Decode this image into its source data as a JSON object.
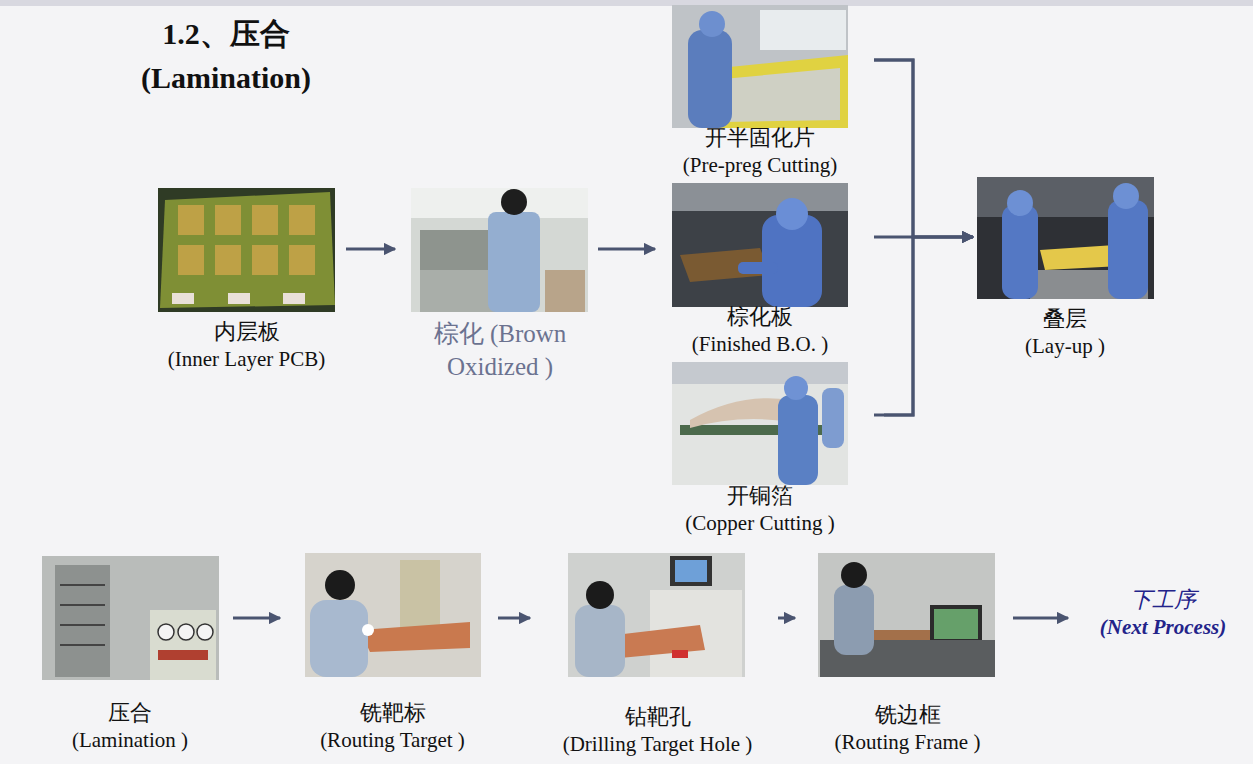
{
  "diagram": {
    "title": "1.2、压合 (Lamination)",
    "nodes": [
      {
        "text": [
          "内层板",
          "(Inner Layer PCB)"
        ]
      },
      {
        "text": [
          "棕化 (Brown Oxidized )"
        ]
      },
      {
        "text": [
          "开半固化片",
          "(Pre-preg Cutting)"
        ]
      },
      {
        "text": [
          "棕化板",
          "(Finished B.O. )"
        ]
      },
      {
        "text": [
          "开铜箔",
          "(Copper Cutting )"
        ]
      },
      {
        "text": [
          "叠层",
          "(Lay-up )"
        ]
      },
      {
        "text": [
          "压合",
          "(Lamination )"
        ]
      },
      {
        "text": [
          "铣靶标",
          "(Routing Target )"
        ]
      },
      {
        "text": [
          "钻靶孔",
          "(Drilling Target Hole )"
        ]
      },
      {
        "text": [
          "铣边框",
          "(Routing Frame )"
        ]
      },
      {
        "text": [
          "下工序",
          "(Next Process)"
        ]
      }
    ],
    "edges": [
      {
        "from": 0,
        "to": 1,
        "arrow": "to"
      },
      {
        "from": 1,
        "to": 3,
        "arrow": "to"
      },
      {
        "from": 2,
        "to": 5,
        "arrow": "to"
      },
      {
        "from": 3,
        "to": 5,
        "arrow": "to"
      },
      {
        "from": 4,
        "to": 5,
        "arrow": "to"
      },
      {
        "from": 6,
        "to": 7,
        "arrow": "to"
      },
      {
        "from": 7,
        "to": 8,
        "arrow": "to"
      },
      {
        "from": 8,
        "to": 9,
        "arrow": "to"
      },
      {
        "from": 9,
        "to": 10,
        "arrow": "to"
      }
    ]
  }
}
